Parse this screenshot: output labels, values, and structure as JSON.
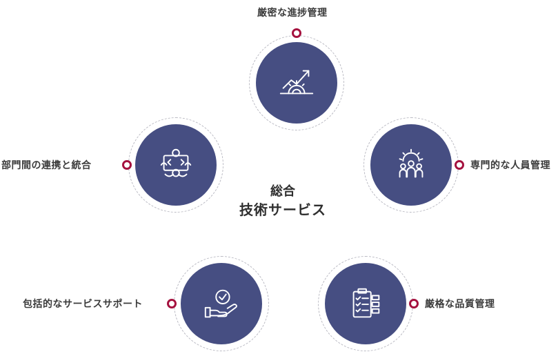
{
  "center": {
    "line1": "総合",
    "line2": "技術サービス"
  },
  "nodes": [
    {
      "label": "厳密な進捗管理",
      "icon": "growth-gear-icon"
    },
    {
      "label": "部門間の連携と統合",
      "icon": "puzzle-hands-icon"
    },
    {
      "label": "専門的な人員管理",
      "icon": "team-gear-icon"
    },
    {
      "label": "包括的なサービスサポート",
      "icon": "hand-check-icon"
    },
    {
      "label": "厳格な品質管理",
      "icon": "checklist-icon"
    }
  ],
  "colors": {
    "disc": "#464e82",
    "dot": "#a5123f",
    "ring": "#b9b9c2"
  }
}
